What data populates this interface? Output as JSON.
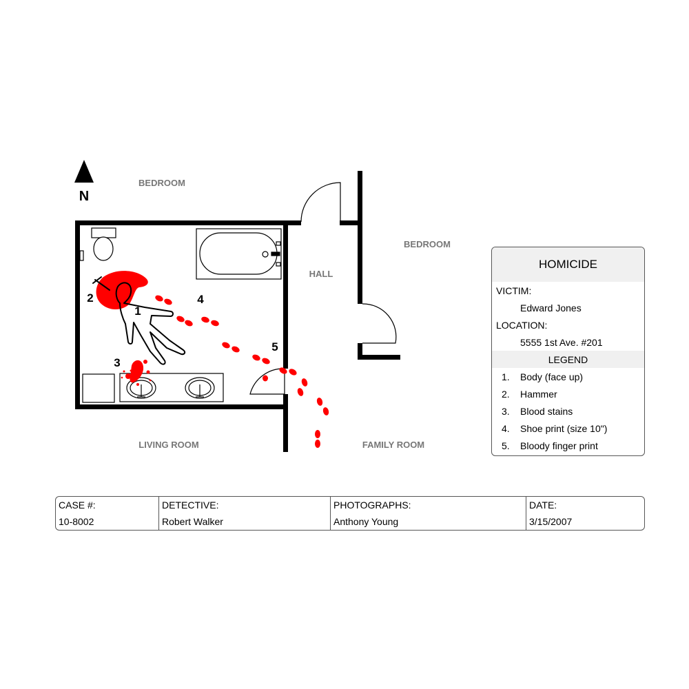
{
  "rooms": {
    "bedroom_nw": "BEDROOM",
    "bedroom_ne": "BEDROOM",
    "hall": "HALL",
    "living_room": "LIVING ROOM",
    "family_room": "FAMILY ROOM"
  },
  "compass": {
    "label": "N",
    "icon": "north-arrow-icon"
  },
  "markers": [
    "1",
    "2",
    "3",
    "4",
    "5"
  ],
  "colors": {
    "blood": "#ff0000",
    "wall": "#000000",
    "room_label": "#777777",
    "panel_header": "#f0f0f0"
  },
  "panel": {
    "title": "HOMICIDE",
    "victim_label": "VICTIM:",
    "victim": "Edward Jones",
    "location_label": "LOCATION:",
    "location": "5555 1st Ave. #201",
    "legend_label": "LEGEND",
    "legend": [
      {
        "num": "1.",
        "text": "Body (face up)"
      },
      {
        "num": "2.",
        "text": "Hammer"
      },
      {
        "num": "3.",
        "text": "Blood stains"
      },
      {
        "num": "4.",
        "text": "Shoe print (size 10\")"
      },
      {
        "num": "5.",
        "text": "Bloody finger print"
      }
    ]
  },
  "case_info": {
    "case_label": "CASE #:",
    "case_value": "10-8002",
    "detective_label": "DETECTIVE:",
    "detective_value": "Robert Walker",
    "photographs_label": "PHOTOGRAPHS:",
    "photographs_value": "Anthony Young",
    "date_label": "DATE:",
    "date_value": "3/15/2007"
  }
}
